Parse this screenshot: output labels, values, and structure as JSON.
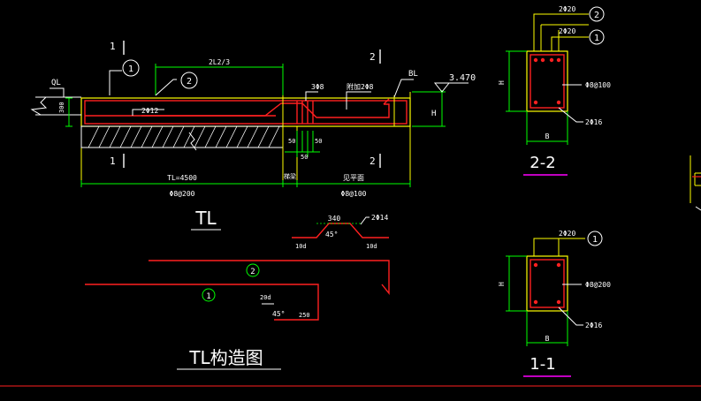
{
  "colors": {
    "background": "#000000",
    "dimension": "#00ff00",
    "beam_outline": "#ffff00",
    "rebar": "#ff2020",
    "text": "#ffffff",
    "leader": "#ffffff",
    "circle_label": "#ffffff",
    "underline_magenta": "#ff00ff",
    "cyan_hint": "#00ffff"
  },
  "elevation": {
    "ql_label": "QL",
    "bl_label": "BL",
    "level_value": "3.470",
    "h_label": "H",
    "section_mark_left": "1",
    "section_mark_right": "2",
    "callout_1": "1",
    "callout_2": "2",
    "dim_top": "2L2/3",
    "bar_label_top": "3Φ8",
    "bar_label_anchor": "附加2Φ8",
    "bar_label_bottom": "2Φ12",
    "dim_300": "300",
    "dim_50_a": "50",
    "dim_50_b": "50",
    "dim_50_c": "50",
    "span_label": "TL=4500",
    "span_mid_label": "梯梁",
    "span_right_label": "见平面",
    "stirrup_left": "Φ8@200",
    "stirrup_right": "Φ8@100",
    "caption": "TL"
  },
  "bar_shapes": {
    "bent_bar_label": "2Φ14",
    "bent_bar_dim": "340",
    "bent_bar_left": "10d",
    "bent_bar_right": "10d",
    "bent_bar_angle": "45°",
    "bar1_callout": "1",
    "bar2_callout": "2",
    "bar1_hook": "20d",
    "bar1_end": "250",
    "bar1_angle": "45°"
  },
  "section_2_2": {
    "callout_top": "2",
    "callout_mid": "1",
    "bar_top": "2Φ20",
    "bar_mid": "2Φ20",
    "stirrup": "Φ8@100",
    "bar_bottom": "2Φ16",
    "h_label": "H",
    "b_label": "B",
    "caption": "2-2"
  },
  "section_1_1": {
    "callout": "1",
    "bar_top": "2Φ20",
    "stirrup": "Φ8@200",
    "bar_bottom": "2Φ16",
    "h_label": "H",
    "b_label": "B",
    "caption": "1-1"
  },
  "title": "TL构造图"
}
